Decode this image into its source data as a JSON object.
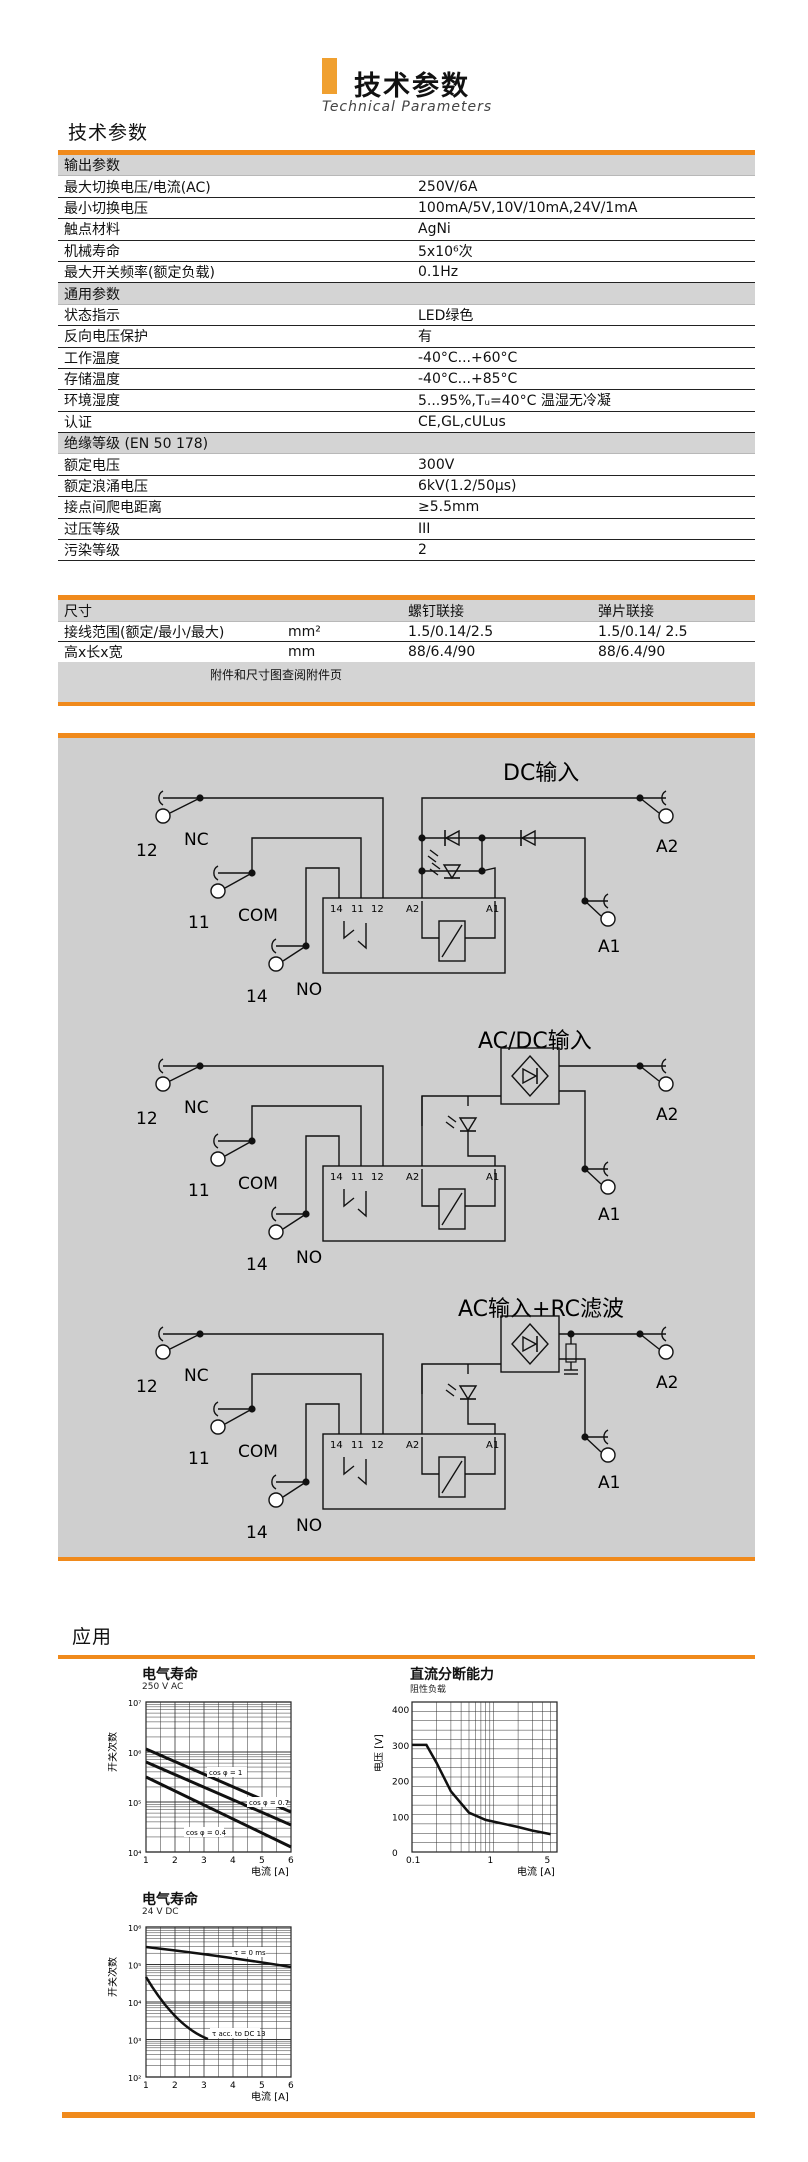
{
  "header": {
    "title_cn": "技术参数",
    "title_en": "Technical Parameters"
  },
  "section_tech": "技术参数",
  "params": [
    {
      "k": "输出参数",
      "v": "",
      "cat": true
    },
    {
      "k": "最大切换电压/电流(AC)",
      "v": "250V/6A"
    },
    {
      "k": "最小切换电压",
      "v": "100mA/5V,10V/10mA,24V/1mA"
    },
    {
      "k": "触点材料",
      "v": "AgNi"
    },
    {
      "k": "机械寿命",
      "v": "5x10⁶次"
    },
    {
      "k": "最大开关频率(额定负载)",
      "v": "0.1Hz"
    },
    {
      "k": "通用参数",
      "v": "",
      "cat": true
    },
    {
      "k": "状态指示",
      "v": "LED绿色"
    },
    {
      "k": "反向电压保护",
      "v": "有"
    },
    {
      "k": "工作温度",
      "v": "-40°C...+60°C"
    },
    {
      "k": "存储温度",
      "v": "-40°C...+85°C"
    },
    {
      "k": "环境湿度",
      "v": "5...95%,Tᵤ=40°C 温湿无冷凝"
    },
    {
      "k": "认证",
      "v": "CE,GL,cULus"
    },
    {
      "k": "绝缘等级 (EN 50 178)",
      "v": "",
      "cat": true
    },
    {
      "k": "额定电压",
      "v": "300V"
    },
    {
      "k": "额定浪涌电压",
      "v": "6kV(1.2/50μs)"
    },
    {
      "k": "接点间爬电距离",
      "v": "≥5.5mm"
    },
    {
      "k": "过压等级",
      "v": "III"
    },
    {
      "k": "污染等级",
      "v": "2"
    }
  ],
  "dims": {
    "header": [
      "尺寸",
      "",
      "螺钉联接",
      "弹片联接"
    ],
    "rows": [
      [
        "接线范围(额定/最小/最大)",
        "mm²",
        "1.5/0.14/2.5",
        "1.5/0.14/ 2.5"
      ],
      [
        "高x长x宽",
        "mm",
        "88/6.4/90",
        "88/6.4/90"
      ]
    ],
    "note": "附件和尺寸图查阅附件页"
  },
  "wiring": [
    {
      "title": "DC输入",
      "labels": [
        "12",
        "NC",
        "11",
        "COM",
        "14",
        "NO",
        "A2",
        "A1"
      ],
      "pins": [
        "14",
        "11",
        "12",
        "A2",
        "A1"
      ]
    },
    {
      "title": "AC/DC输入",
      "labels": [
        "12",
        "NC",
        "11",
        "COM",
        "14",
        "NO",
        "A2",
        "A1"
      ],
      "pins": [
        "14",
        "11",
        "12",
        "A2",
        "A1"
      ]
    },
    {
      "title": "AC输入+RC滤波",
      "labels": [
        "12",
        "NC",
        "11",
        "COM",
        "14",
        "NO",
        "A2",
        "A1"
      ],
      "pins": [
        "14",
        "11",
        "12",
        "A2",
        "A1"
      ]
    }
  ],
  "section_app": "应用",
  "charts": {
    "life_ac": {
      "title": "电气寿命",
      "subtitle": "250 V AC",
      "ylabel": "开关次数",
      "xlabel": "电流 [A]",
      "xticks": [
        "1",
        "2",
        "3",
        "4",
        "5",
        "6"
      ],
      "yticks": [
        "10⁷",
        "10⁶",
        "10⁵",
        "10⁴"
      ],
      "series": [
        "cos φ = 1",
        "cos φ = 0.7",
        "cos φ = 0.4"
      ]
    },
    "dc_break": {
      "title": "直流分断能力",
      "subtitle": "阻性负载",
      "ylabel": "电压 [V]",
      "xlabel": "电流 [A]",
      "xticks": [
        "0.1",
        "1",
        "5"
      ],
      "yticks": [
        "400",
        "300",
        "200",
        "100",
        "0"
      ]
    },
    "life_dc": {
      "title": "电气寿命",
      "subtitle": "24 V DC",
      "ylabel": "开关次数",
      "xlabel": "电流 [A]",
      "xticks": [
        "1",
        "2",
        "3",
        "4",
        "5",
        "6"
      ],
      "yticks": [
        "10⁶",
        "10⁵",
        "10⁴",
        "10³",
        "10²"
      ],
      "series": [
        "τ = 0 ms",
        "τ acc. to DC 13"
      ]
    }
  },
  "colors": {
    "accent": "#f08a1c",
    "band": "#d4d4d4",
    "panel": "#cfcfcf"
  }
}
